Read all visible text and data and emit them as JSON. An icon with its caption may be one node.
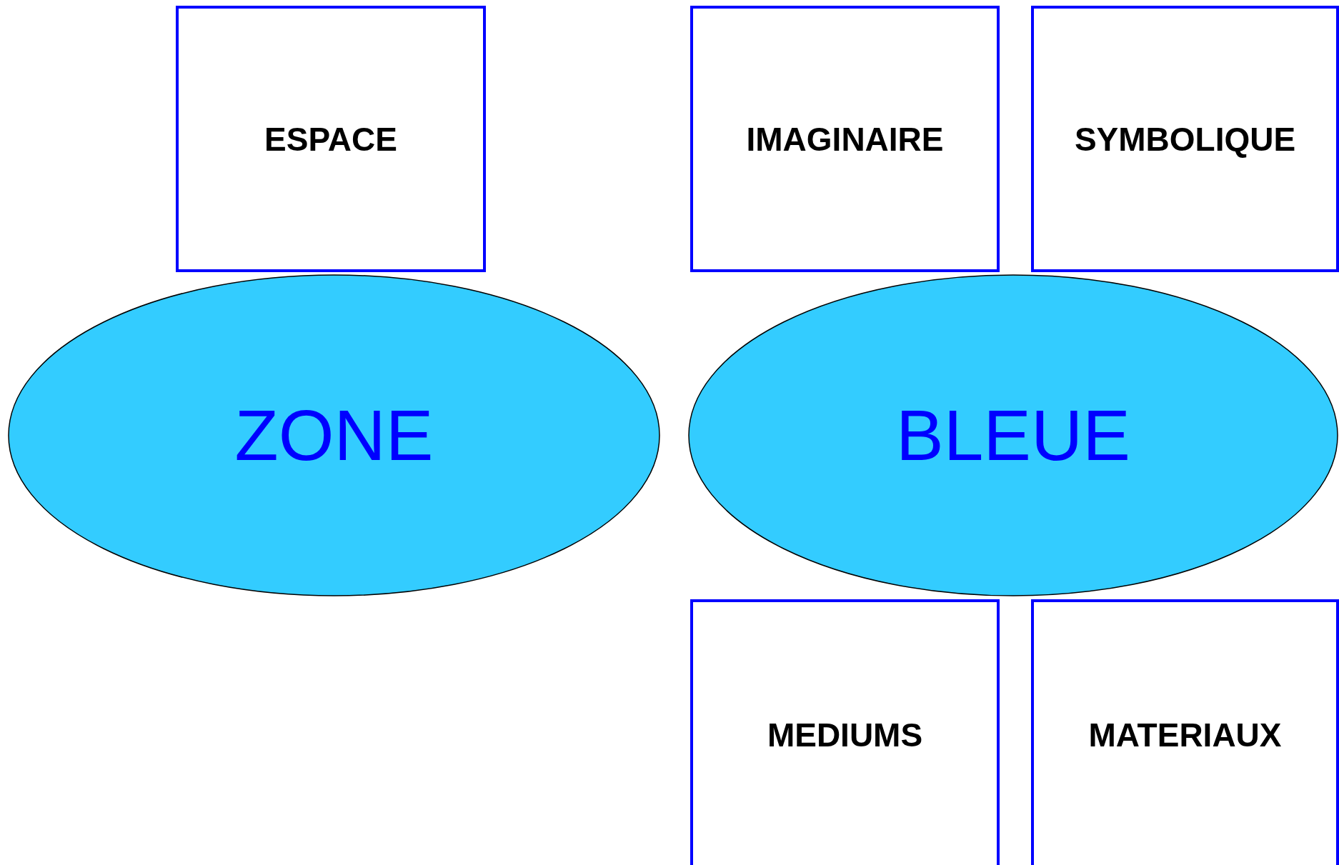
{
  "diagram": {
    "nodes": [
      {
        "text": [
          "ESPACE"
        ]
      },
      {
        "text": [
          "IMAGINAIRE"
        ]
      },
      {
        "text": [
          "SYMBOLIQUE"
        ]
      },
      {
        "text": [
          "ZONE"
        ]
      },
      {
        "text": [
          "BLEUE"
        ]
      },
      {
        "text": [
          "MEDIUMS"
        ]
      },
      {
        "text": [
          "MATERIAUX"
        ]
      }
    ]
  }
}
